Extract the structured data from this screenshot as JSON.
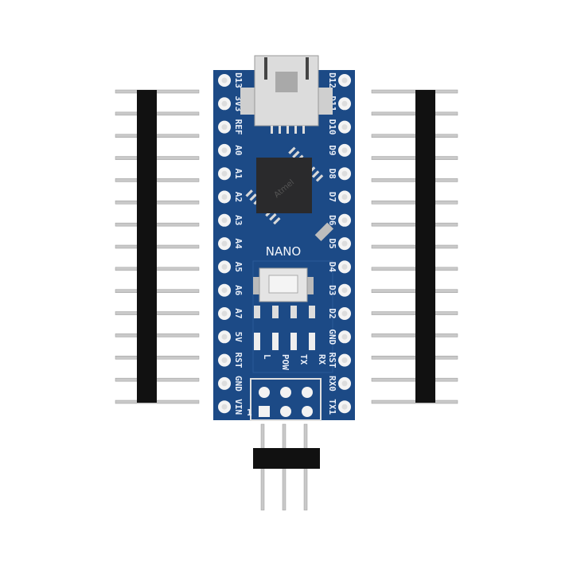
{
  "board": {
    "name_label": "NANO",
    "chip_logo": "Atmel",
    "left_pins": [
      "D13",
      "3V3",
      "REF",
      "A0",
      "A1",
      "A2",
      "A3",
      "A4",
      "A5",
      "A6",
      "A7",
      "5V",
      "RST",
      "GND",
      "VIN"
    ],
    "right_pins": [
      "D12",
      "D11",
      "D10",
      "D9",
      "D8",
      "D7",
      "D6",
      "D5",
      "D4",
      "D3",
      "D2",
      "GND",
      "RST",
      "RX0",
      "TX1"
    ],
    "leds": [
      "L",
      "POW",
      "TX",
      "RX"
    ],
    "icsp_pin1_label": "1",
    "colors": {
      "pcb": "#1c4a86",
      "pcb_dark": "#143a6e",
      "header": "#111111",
      "pin": "#c8c8c8",
      "chip": "#2a2a2c"
    }
  },
  "headers": {
    "side_pin_count": 15,
    "icsp_pin_count": 3
  }
}
